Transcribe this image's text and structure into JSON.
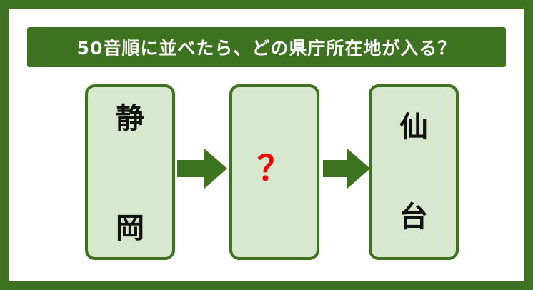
{
  "banner": {
    "text": "50音順に並べたら、どの県庁所在地が入る？"
  },
  "cards": [
    {
      "top": "静",
      "bottom": "岡"
    },
    {
      "center": "？"
    },
    {
      "top": "仙",
      "bottom": "台"
    }
  ],
  "colors": {
    "frame": "#3d7320",
    "card_fill": "#d8e8ce",
    "question_mark": "#ff0000"
  },
  "icons": [
    "right-arrow-icon",
    "right-arrow-icon"
  ]
}
